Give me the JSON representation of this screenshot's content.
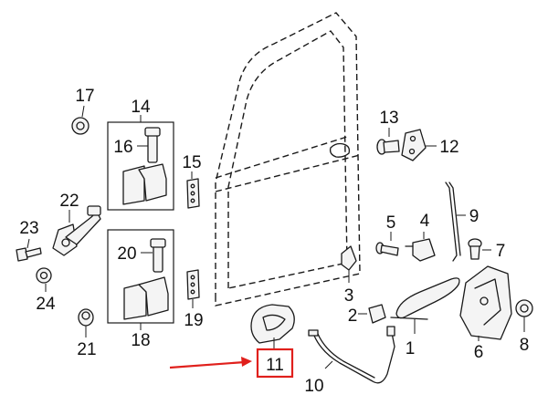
{
  "callouts": {
    "c1": "1",
    "c2": "2",
    "c3": "3",
    "c4": "4",
    "c5": "5",
    "c6": "6",
    "c7": "7",
    "c8": "8",
    "c9": "9",
    "c10": "10",
    "c11": "11",
    "c12": "12",
    "c13": "13",
    "c14": "14",
    "c15": "15",
    "c16": "16",
    "c17": "17",
    "c18": "18",
    "c19": "19",
    "c20": "20",
    "c21": "21",
    "c22": "22",
    "c23": "23",
    "c24": "24"
  },
  "colors": {
    "highlight": "#e0201c",
    "line": "#1a1a1a"
  }
}
